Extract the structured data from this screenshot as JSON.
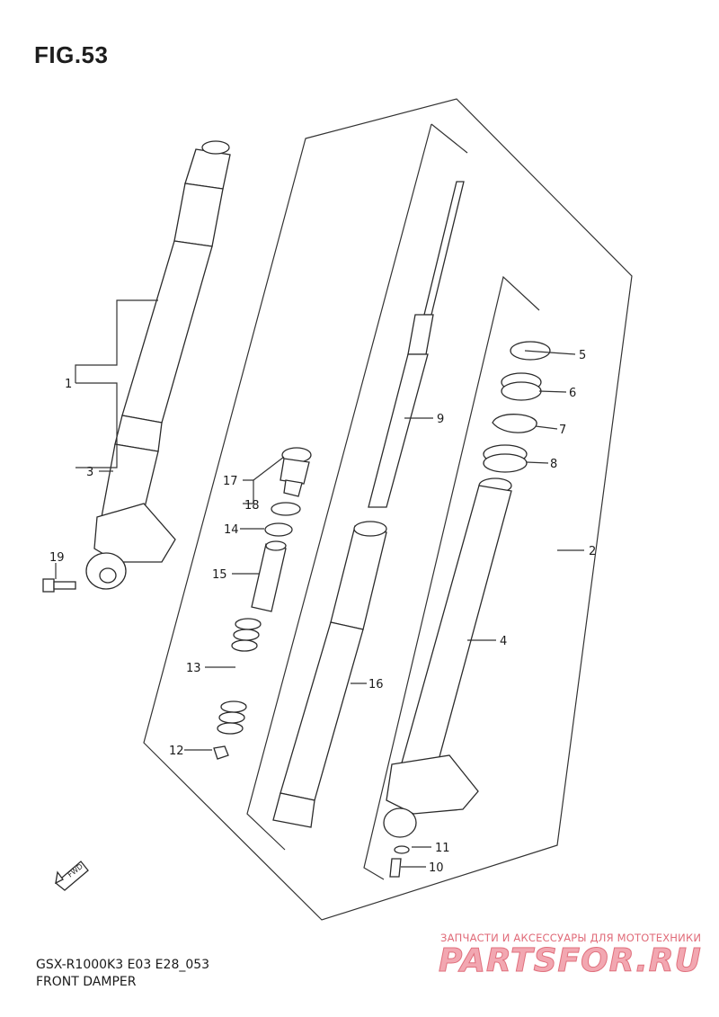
{
  "figure": {
    "title": "FIG.53",
    "model_code": "GSX-R1000K3 E03 E28_053",
    "caption": "FRONT DAMPER",
    "fwd_label": "FWD"
  },
  "callouts": [
    "1",
    "2",
    "3",
    "4",
    "5",
    "6",
    "7",
    "8",
    "9",
    "10",
    "11",
    "12",
    "13",
    "14",
    "15",
    "16",
    "17",
    "18",
    "19"
  ],
  "watermark": {
    "tagline": "ЗАПЧАСТИ И АКСЕССУАРЫ ДЛЯ МОТОТЕХНИКИ",
    "brand": "PARTSFOR.RU",
    "color": "#e0707d"
  }
}
